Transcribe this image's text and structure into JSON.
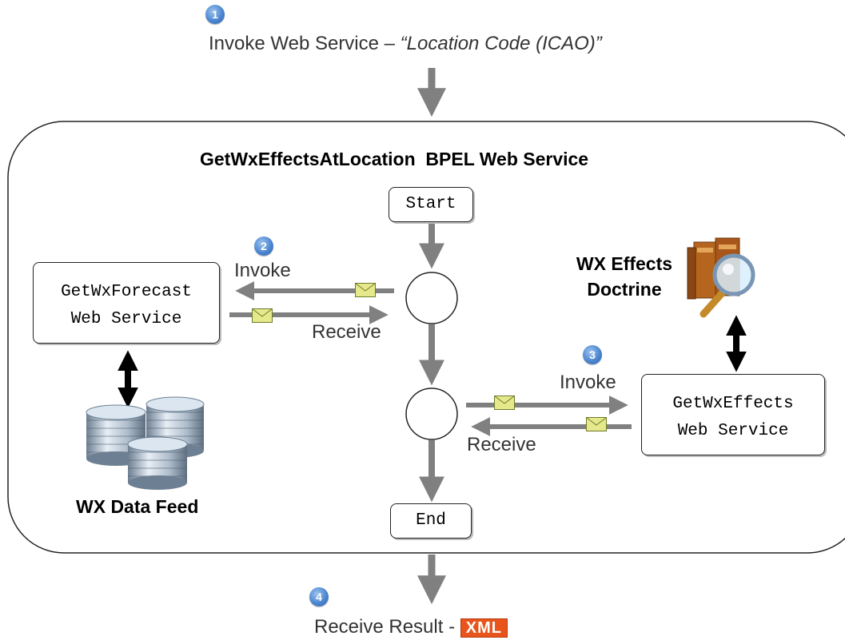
{
  "steps": {
    "one": "1",
    "two": "2",
    "three": "3",
    "four": "4"
  },
  "top": {
    "invoke_prefix": "Invoke Web Service – ",
    "invoke_param": "“Location Code (ICAO)”"
  },
  "container": {
    "title": "GetWxEffectsAtLocation  BPEL Web Service"
  },
  "flow": {
    "start": "Start",
    "end": "End"
  },
  "forecast": {
    "line1": "GetWxForecast",
    "line2": "Web Service",
    "invoke": "Invoke",
    "receive": "Receive"
  },
  "effects": {
    "line1": "GetWxEffects",
    "line2": "Web Service",
    "invoke": "Invoke",
    "receive": "Receive"
  },
  "doctrine": {
    "line1": "WX Effects",
    "line2": "Doctrine",
    "icon": "books-magnifier-icon"
  },
  "datafeed": {
    "label": "WX Data Feed",
    "icon": "database-icon"
  },
  "bottom": {
    "result": "Receive Result - ",
    "format": "XML"
  },
  "colors": {
    "arrow": "#808080",
    "badge": "#4c86d0",
    "xml": "#e8541c",
    "envelope": "#e6e88c"
  }
}
